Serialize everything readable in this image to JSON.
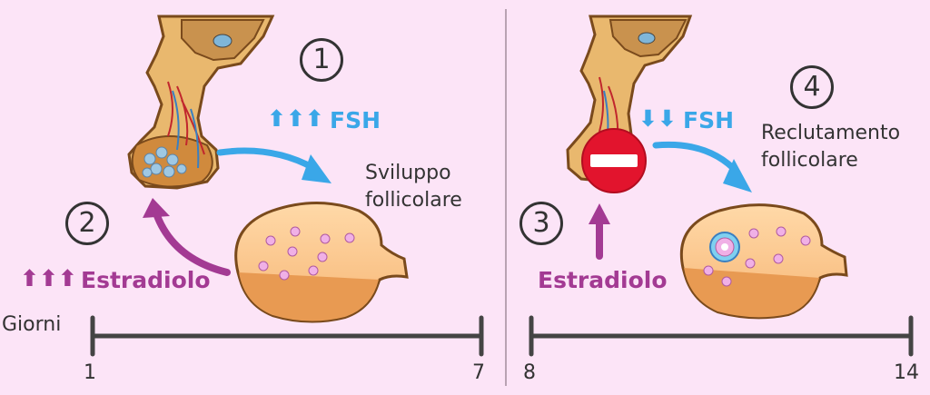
{
  "panel_left": {
    "step_main": "1",
    "step_feedback": "2",
    "fsh_arrows": "⬆⬆⬆",
    "fsh_label": "FSH",
    "estradiol_arrows": "⬆⬆⬆",
    "estradiol_label": "Estradiolo",
    "ovary_label_line1": "Sviluppo",
    "ovary_label_line2": "follicolare",
    "timeline_label": "Giorni",
    "timeline_start": "1",
    "timeline_end": "7"
  },
  "panel_right": {
    "step_main": "4",
    "step_feedback": "3",
    "fsh_arrows": "⬇⬇",
    "fsh_label": "FSH",
    "estradiol_label": "Estradiolo",
    "ovary_label_line1": "Reclutamento",
    "ovary_label_line2": "follicolare",
    "timeline_start": "8",
    "timeline_end": "14"
  },
  "colors": {
    "background": "#fce4f7",
    "fsh_blue": "#3aa7e8",
    "estradiol_purple": "#a33a93",
    "stop_red": "#e2142d"
  },
  "icons": {
    "pituitary": "pituitary-gland-icon",
    "ovary": "ovary-icon",
    "stop": "stop-sign-icon"
  }
}
